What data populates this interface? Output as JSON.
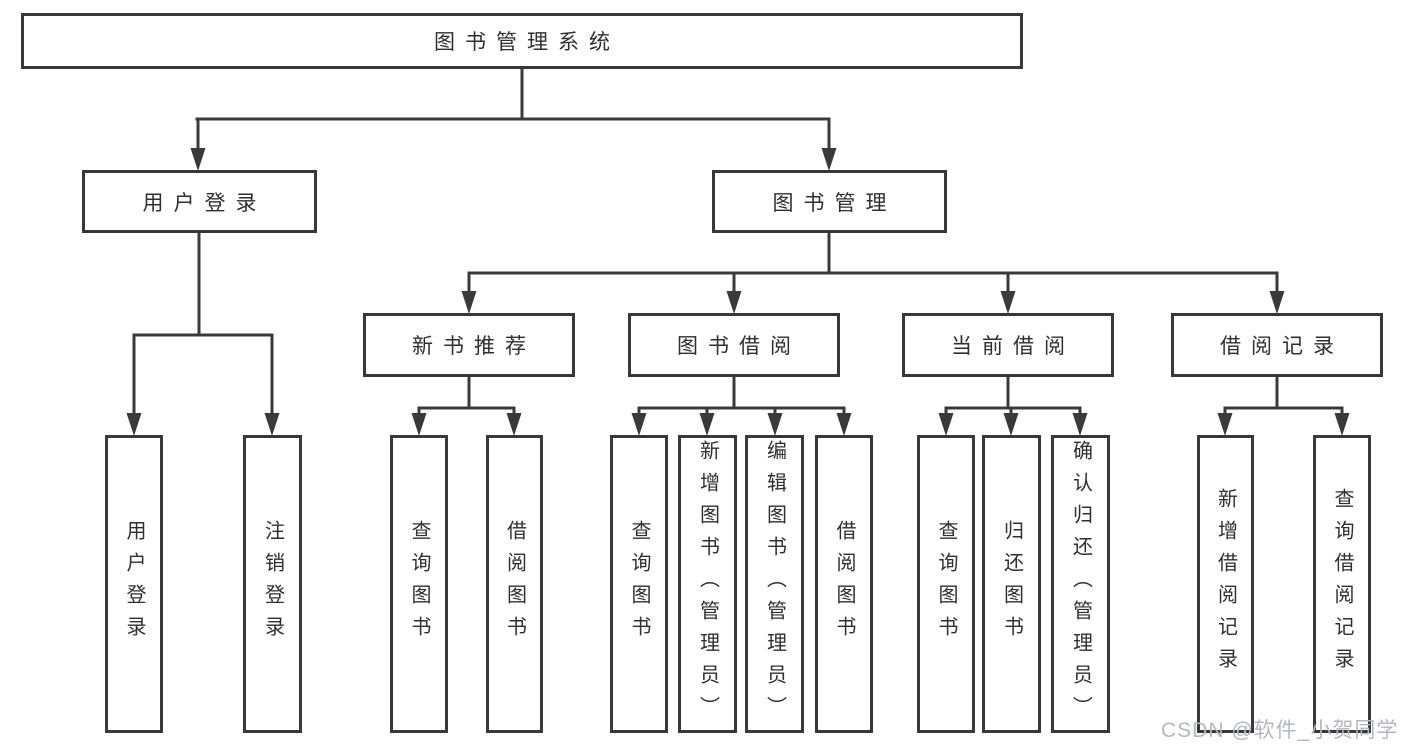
{
  "tree": {
    "root": {
      "label": "图书管理系统",
      "children": [
        {
          "label": "用户登录",
          "children": [
            {
              "label": "用户登录"
            },
            {
              "label": "注销登录"
            }
          ]
        },
        {
          "label": "图书管理",
          "children": [
            {
              "label": "新书推荐",
              "children": [
                {
                  "label": "查询图书"
                },
                {
                  "label": "借阅图书"
                }
              ]
            },
            {
              "label": "图书借阅",
              "children": [
                {
                  "label": "查询图书"
                },
                {
                  "label": "新增图书（管理员）"
                },
                {
                  "label": "编辑图书（管理员）"
                },
                {
                  "label": "借阅图书"
                }
              ]
            },
            {
              "label": "当前借阅",
              "children": [
                {
                  "label": "查询图书"
                },
                {
                  "label": "归还图书"
                },
                {
                  "label": "确认归还（管理员）"
                }
              ]
            },
            {
              "label": "借阅记录",
              "children": [
                {
                  "label": "新增借阅记录"
                },
                {
                  "label": "查询借阅记录"
                }
              ]
            }
          ]
        }
      ]
    }
  },
  "watermark": {
    "text": "CSDN @软件_小贺同学"
  },
  "colors": {
    "line": "#3a3a3a",
    "border": "#383838",
    "text": "#2f2f2f",
    "watermark": "#b3b7be",
    "background": "#ffffff"
  }
}
